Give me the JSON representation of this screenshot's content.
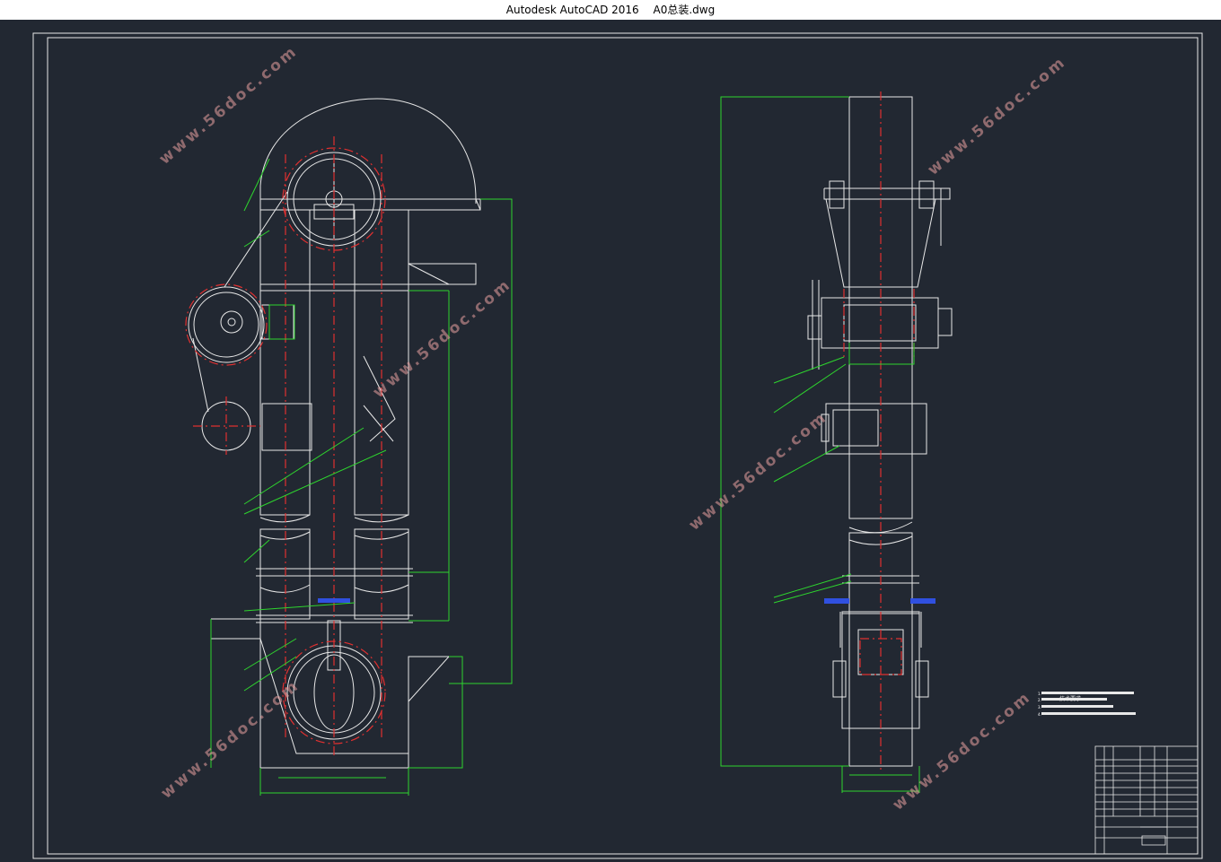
{
  "window": {
    "app_title": "Autodesk AutoCAD 2016",
    "file_name": "A0总装.dwg"
  },
  "watermark": {
    "text": "www.56doc.com"
  },
  "drawing": {
    "tech_requirements_title": "技术要求",
    "tech_items": [
      "1.",
      "2.",
      "3.",
      "4."
    ]
  },
  "colors": {
    "background": "#222832",
    "line_white": "#e8e8e8",
    "center_red": "#e03030",
    "dimension_green": "#2ed52e",
    "handwheel_blue": "#3050e0"
  }
}
